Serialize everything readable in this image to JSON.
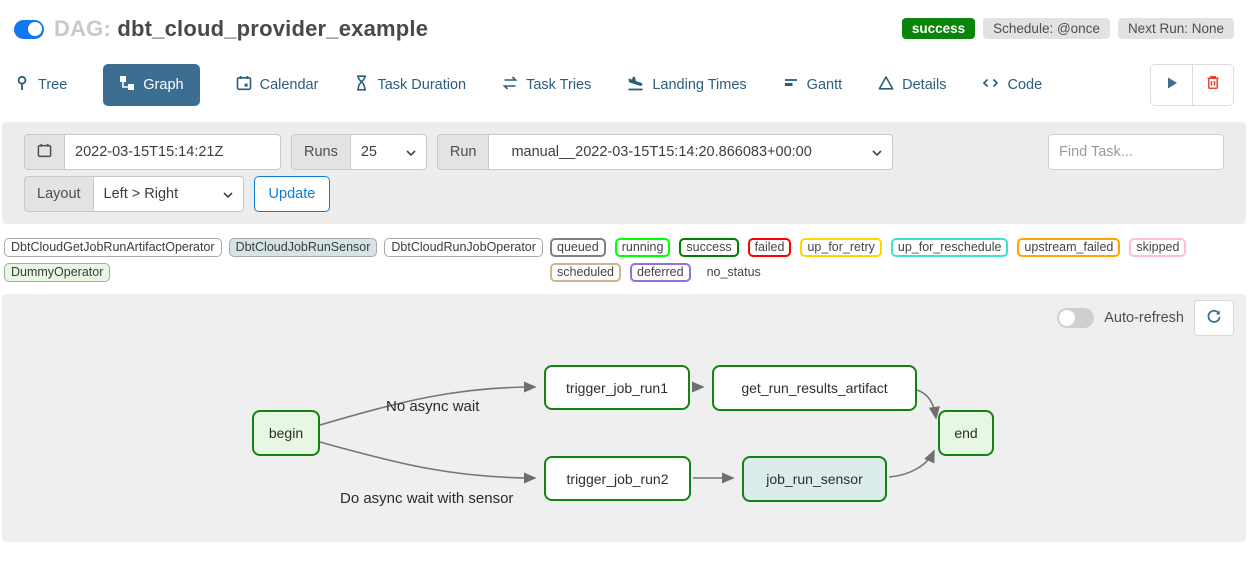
{
  "header": {
    "pause_toggle_state": "on",
    "title_prefix": "DAG:",
    "dag_name": "dbt_cloud_provider_example",
    "status_badge": "success",
    "status_badge_color": "#0b840b",
    "schedule_badge": "Schedule: @once",
    "next_run_badge": "Next Run: None"
  },
  "tabs": [
    {
      "label": "Tree",
      "icon": "tree-icon",
      "active": false
    },
    {
      "label": "Graph",
      "icon": "graph-icon",
      "active": true
    },
    {
      "label": "Calendar",
      "icon": "calendar-icon",
      "active": false
    },
    {
      "label": "Task Duration",
      "icon": "hourglass-icon",
      "active": false
    },
    {
      "label": "Task Tries",
      "icon": "repeat-icon",
      "active": false
    },
    {
      "label": "Landing Times",
      "icon": "plane-landing-icon",
      "active": false
    },
    {
      "label": "Gantt",
      "icon": "gantt-icon",
      "active": false
    },
    {
      "label": "Details",
      "icon": "triangle-icon",
      "active": false
    },
    {
      "label": "Code",
      "icon": "code-icon",
      "active": false
    }
  ],
  "toolbar": {
    "play_icon": "play-icon",
    "play_color": "#3c6e91",
    "delete_icon": "trash-icon",
    "delete_color": "#e0472e"
  },
  "filter_bar": {
    "calendar_icon": "calendar-icon",
    "base_date_value": "2022-03-15T15:14:21Z",
    "runs_label": "Runs",
    "runs_value": "25",
    "run_label": "Run",
    "run_value": "manual__2022-03-15T15:14:20.866083+00:00",
    "find_task_placeholder": "Find Task...",
    "layout_label": "Layout",
    "layout_value": "Left > Right",
    "update_label": "Update"
  },
  "legend": {
    "operators": [
      {
        "label": "DbtCloudGetJobRunArtifactOperator",
        "fill": "#ffffff"
      },
      {
        "label": "DbtCloudJobRunSensor",
        "fill": "#d6e4e6"
      },
      {
        "label": "DbtCloudRunJobOperator",
        "fill": "#ffffff"
      },
      {
        "label": "DummyOperator",
        "fill": "#e8f7e4"
      }
    ],
    "states": [
      {
        "label": "queued",
        "color": "#808080"
      },
      {
        "label": "running",
        "color": "#00ff00"
      },
      {
        "label": "success",
        "color": "#008000"
      },
      {
        "label": "failed",
        "color": "#ff0000"
      },
      {
        "label": "up_for_retry",
        "color": "#ffd700"
      },
      {
        "label": "up_for_reschedule",
        "color": "#40e0d0"
      },
      {
        "label": "upstream_failed",
        "color": "#ffa500"
      },
      {
        "label": "skipped",
        "color": "#ffc0cb"
      },
      {
        "label": "scheduled",
        "color": "#d2b48c"
      },
      {
        "label": "deferred",
        "color": "#9370db"
      },
      {
        "label": "no_status",
        "color": "transparent"
      }
    ]
  },
  "graph": {
    "auto_refresh_label": "Auto-refresh",
    "auto_refresh_state": "off",
    "refresh_icon": "refresh-icon",
    "nodes": [
      {
        "id": "begin",
        "label": "begin",
        "state": "success",
        "fill": "#e8f7e4"
      },
      {
        "id": "trigger_job_run1",
        "label": "trigger_job_run1",
        "state": "success",
        "fill": "#ffffff"
      },
      {
        "id": "get_run_results_artifact",
        "label": "get_run_results_artifact",
        "state": "success",
        "fill": "#ffffff"
      },
      {
        "id": "trigger_job_run2",
        "label": "trigger_job_run2",
        "state": "success",
        "fill": "#ffffff"
      },
      {
        "id": "job_run_sensor",
        "label": "job_run_sensor",
        "state": "success",
        "fill": "#dcebec"
      },
      {
        "id": "end",
        "label": "end",
        "state": "success",
        "fill": "#e8f7e4"
      }
    ],
    "edges": [
      {
        "from": "begin",
        "to": "trigger_job_run1",
        "label": "No async wait"
      },
      {
        "from": "begin",
        "to": "trigger_job_run2",
        "label": "Do async wait with sensor"
      },
      {
        "from": "trigger_job_run1",
        "to": "get_run_results_artifact",
        "label": ""
      },
      {
        "from": "get_run_results_artifact",
        "to": "end",
        "label": ""
      },
      {
        "from": "trigger_job_run2",
        "to": "job_run_sensor",
        "label": ""
      },
      {
        "from": "job_run_sensor",
        "to": "end",
        "label": ""
      }
    ],
    "edge_labels": [
      {
        "text": "No async wait"
      },
      {
        "text": "Do async wait with sensor"
      }
    ]
  }
}
